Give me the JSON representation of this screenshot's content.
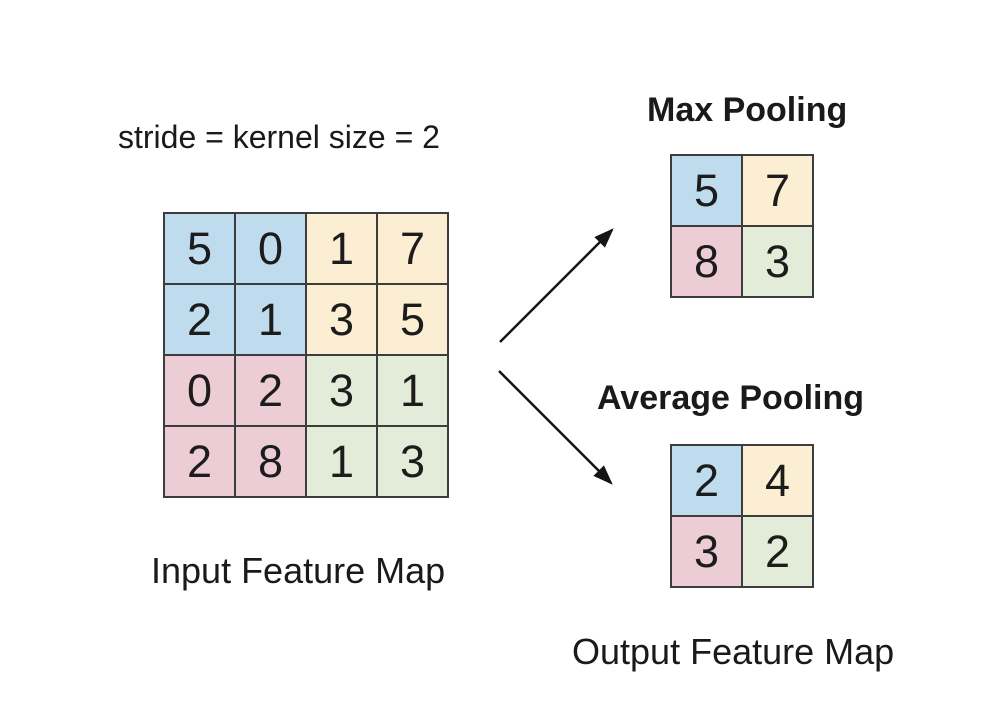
{
  "caption": "stride = kernel size = 2",
  "colors": {
    "blue": "#bfdbee",
    "tan": "#fbeed3",
    "pink": "#eccdd5",
    "green": "#e2ecd8",
    "grid_line": "#3d3d3d",
    "text": "#1a1a1a",
    "arrow": "#141414"
  },
  "input_map": {
    "label": "Input Feature Map",
    "values": [
      [
        5,
        0,
        1,
        7
      ],
      [
        2,
        1,
        3,
        5
      ],
      [
        0,
        2,
        3,
        1
      ],
      [
        2,
        8,
        1,
        3
      ]
    ],
    "cell_colors": [
      [
        "blue",
        "blue",
        "tan",
        "tan"
      ],
      [
        "blue",
        "blue",
        "tan",
        "tan"
      ],
      [
        "pink",
        "pink",
        "green",
        "green"
      ],
      [
        "pink",
        "pink",
        "green",
        "green"
      ]
    ]
  },
  "max_pooling": {
    "title": "Max Pooling",
    "values": [
      [
        5,
        7
      ],
      [
        8,
        3
      ]
    ],
    "cell_colors": [
      [
        "blue",
        "tan"
      ],
      [
        "pink",
        "green"
      ]
    ]
  },
  "average_pooling": {
    "title": "Average Pooling",
    "values": [
      [
        2,
        4
      ],
      [
        3,
        2
      ]
    ],
    "cell_colors": [
      [
        "blue",
        "tan"
      ],
      [
        "pink",
        "green"
      ]
    ]
  },
  "output_label": "Output Feature Map"
}
